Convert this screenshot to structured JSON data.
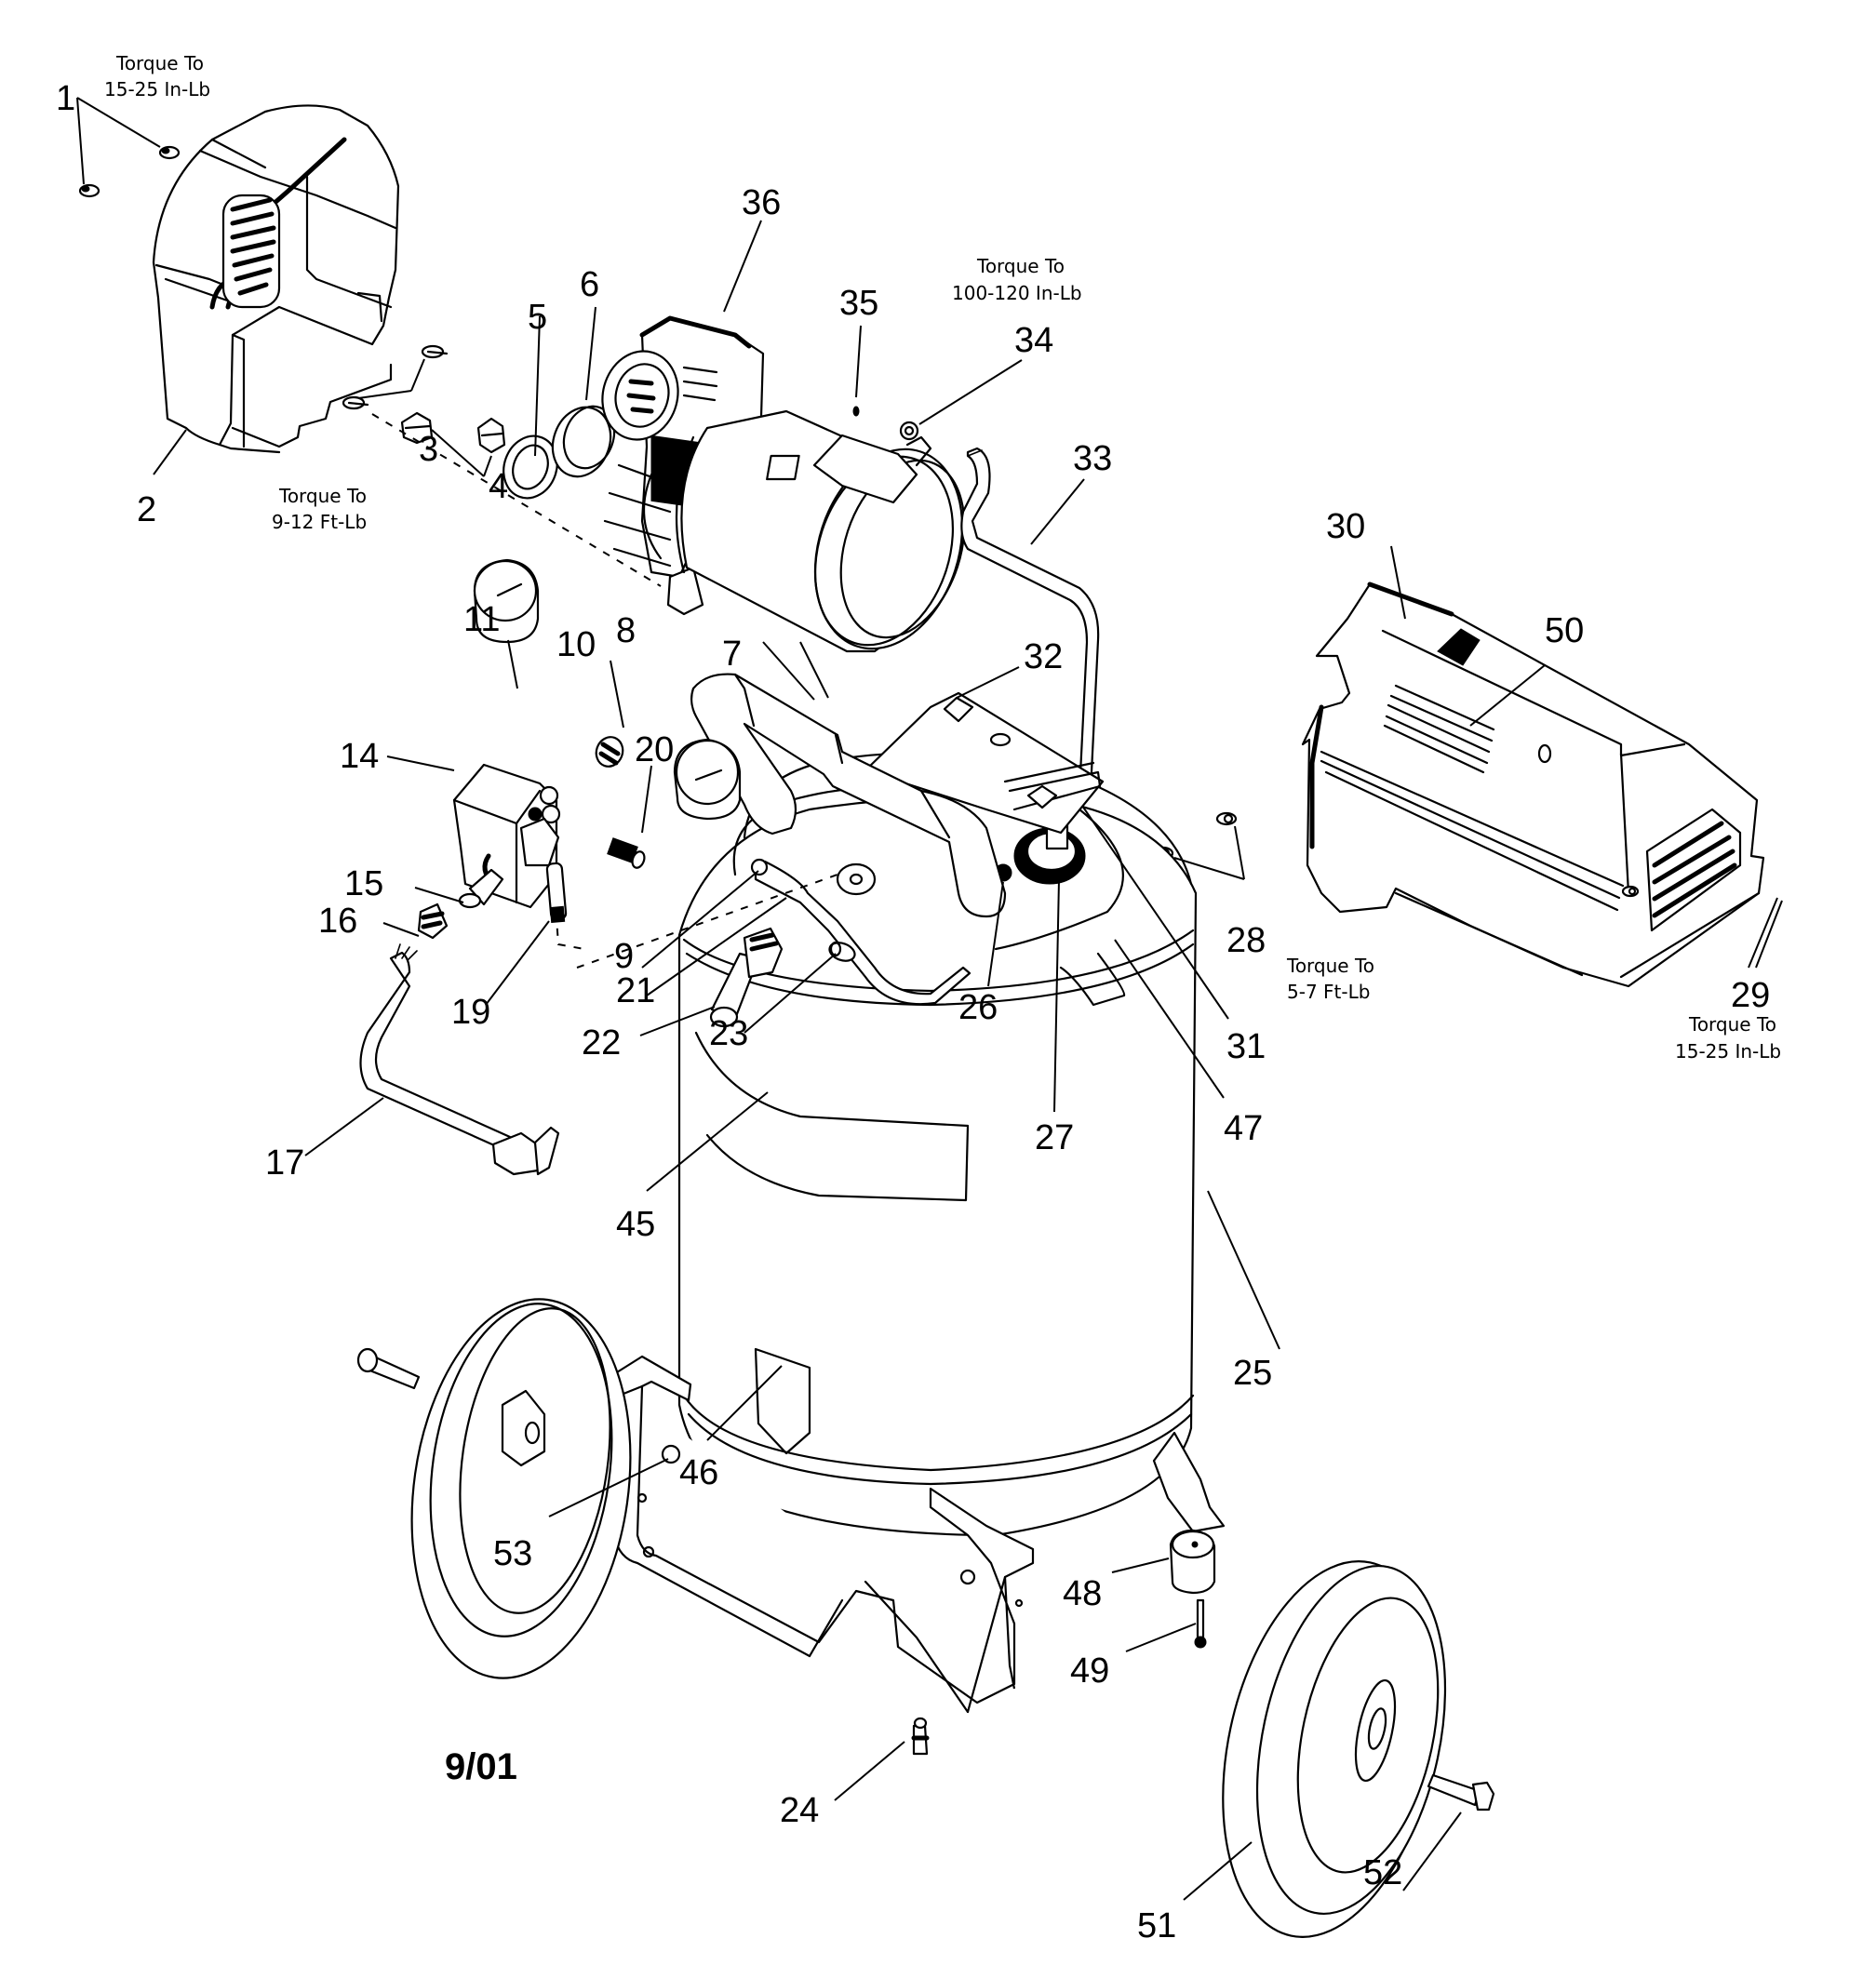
{
  "diagram": {
    "type": "exploded-parts-view",
    "subject": "vertical air compressor",
    "date_code": "9/01",
    "torque_notes": [
      {
        "id": "torque-1",
        "line1": "Torque To",
        "line2": "15-25 In-Lb",
        "applies_to": "1"
      },
      {
        "id": "torque-3",
        "line1": "Torque To",
        "line2": "9-12 Ft-Lb",
        "applies_to": "3"
      },
      {
        "id": "torque-34",
        "line1": "Torque To",
        "line2": "100-120 In-Lb",
        "applies_to": "34"
      },
      {
        "id": "torque-28",
        "line1": "Torque To",
        "line2": "5-7 Ft-Lb",
        "applies_to": "28"
      },
      {
        "id": "torque-29",
        "line1": "Torque To",
        "line2": "15-25 In-Lb",
        "applies_to": "29"
      }
    ],
    "callouts": [
      "1",
      "2",
      "3",
      "4",
      "5",
      "6",
      "7",
      "8",
      "9",
      "10",
      "11",
      "14",
      "15",
      "16",
      "17",
      "19",
      "20",
      "21",
      "22",
      "23",
      "24",
      "25",
      "26",
      "27",
      "28",
      "29",
      "30",
      "31",
      "32",
      "33",
      "34",
      "35",
      "36",
      "45",
      "46",
      "47",
      "48",
      "49",
      "50",
      "51",
      "52",
      "53"
    ]
  }
}
